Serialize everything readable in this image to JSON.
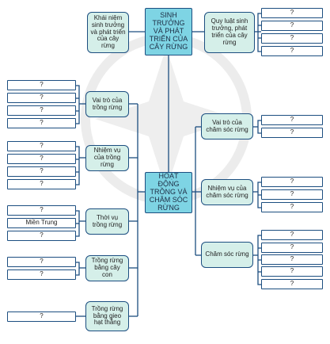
{
  "nodes": {
    "center_top": "SINH TRƯỞNG VÀ PHÁT TRIỂN CỦA CÂY RỪNG",
    "center_main": "HOẠT ĐỘNG TRỒNG VÀ CHĂM SÓC RỪNG",
    "concept": "Khái niệm sinh trưởng và phát triển của cây rừng",
    "laws": "Quy luật sinh trưởng, phát triển của cây rừng",
    "planting_role": "Vai trò của trồng rừng",
    "planting_tasks": "Nhiệm vụ của trồng rừng",
    "planting_season": "Thời vụ trồng rừng",
    "planting_seedlings": "Trồng rừng bằng cây con",
    "planting_seeds": "Trồng rừng bằng gieo hạt thẳng",
    "care_role": "Vai trò của chăm sóc rừng",
    "care_tasks": "Nhiệm vụ của chăm sóc rừng",
    "care": "Chăm sóc rừng"
  },
  "blank_text": "?",
  "filled_blank": "Miền Trung"
}
